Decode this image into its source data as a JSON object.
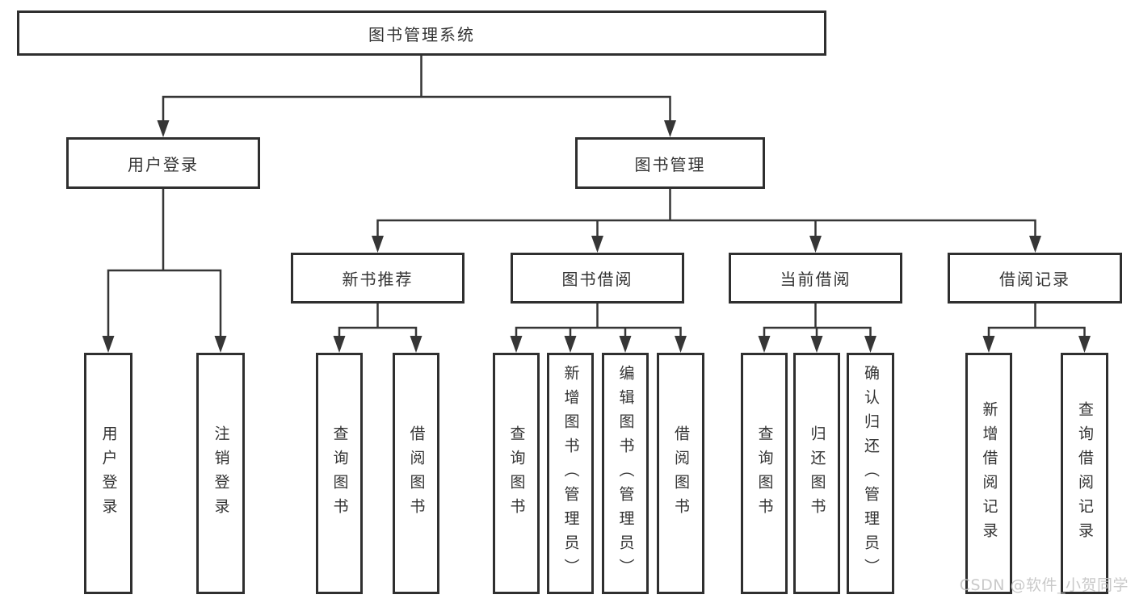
{
  "colors": {
    "background": "#ffffff",
    "line": "#363636",
    "box_border": "#2f2f2f",
    "text": "#333333",
    "watermark": "#c4c4c4"
  },
  "watermark": {
    "text": "CSDN @软件_小贺同学"
  },
  "diagram": {
    "type": "hierarchy-tree",
    "tree": {
      "label": "图书管理系统",
      "children": [
        {
          "label": "用户登录",
          "children": [
            {
              "label": "用户登录"
            },
            {
              "label": "注销登录"
            }
          ]
        },
        {
          "label": "图书管理",
          "children": [
            {
              "label": "新书推荐",
              "children": [
                {
                  "label": "查询图书"
                },
                {
                  "label": "借阅图书"
                }
              ]
            },
            {
              "label": "图书借阅",
              "children": [
                {
                  "label": "查询图书"
                },
                {
                  "label": "新增图书（管理员）"
                },
                {
                  "label": "编辑图书（管理员）"
                },
                {
                  "label": "借阅图书"
                }
              ]
            },
            {
              "label": "当前借阅",
              "children": [
                {
                  "label": "查询图书"
                },
                {
                  "label": "归还图书"
                },
                {
                  "label": "确认归还（管理员）"
                }
              ]
            },
            {
              "label": "借阅记录",
              "children": [
                {
                  "label": "新增借阅记录"
                },
                {
                  "label": "查询借阅记录"
                }
              ]
            }
          ]
        }
      ]
    }
  }
}
